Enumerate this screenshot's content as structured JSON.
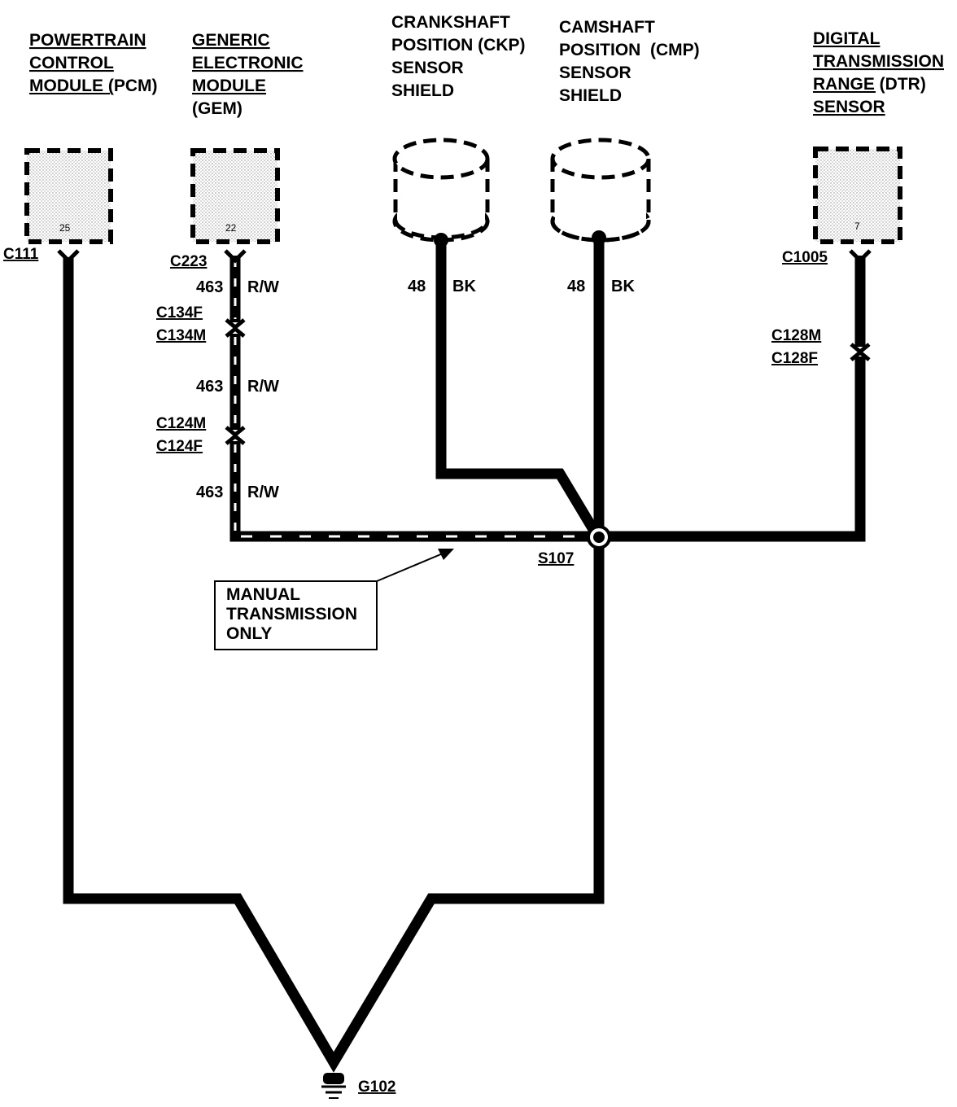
{
  "components": {
    "pcm": {
      "lines": [
        "POWERTRAIN",
        "CONTROL",
        "MODULE (PCM)"
      ],
      "pin": "25",
      "connector": "C111",
      "icon": "module-box-icon"
    },
    "gem": {
      "lines": [
        "GENERIC",
        "ELECTRONIC",
        "MODULE",
        "(GEM)"
      ],
      "pin": "22",
      "connector": "C223",
      "icon": "module-box-icon"
    },
    "ckp": {
      "lines": [
        "CRANKSHAFT",
        "POSITION (CKP)",
        "SENSOR",
        "SHIELD"
      ],
      "icon": "shield-cylinder-icon"
    },
    "cmp": {
      "lines": [
        "CAMSHAFT",
        "POSITION  (CMP)",
        "SENSOR",
        "SHIELD"
      ],
      "icon": "shield-cylinder-icon"
    },
    "dtr": {
      "lines": [
        "DIGITAL",
        "TRANSMISSION",
        "RANGE (DTR)",
        "SENSOR"
      ],
      "pin": "7",
      "connector": "C1005",
      "icon": "module-box-icon"
    }
  },
  "wires": {
    "gem_seg1": {
      "circuit": "463",
      "color": "R/W"
    },
    "gem_seg2": {
      "circuit": "463",
      "color": "R/W"
    },
    "gem_seg3": {
      "circuit": "463",
      "color": "R/W"
    },
    "ckp": {
      "circuit": "48",
      "color": "BK"
    },
    "cmp": {
      "circuit": "48",
      "color": "BK"
    }
  },
  "connectors": {
    "c134": [
      "C134F",
      "C134M"
    ],
    "c124": [
      "C124M",
      "C124F"
    ],
    "c128": [
      "C128M",
      "C128F"
    ]
  },
  "splice": "S107",
  "ground": {
    "label": "G102",
    "icon": "ground-icon"
  },
  "note": {
    "lines": [
      "MANUAL",
      "TRANSMISSION",
      "ONLY"
    ]
  },
  "colors": {
    "ink": "#000000",
    "paper": "#ffffff"
  }
}
